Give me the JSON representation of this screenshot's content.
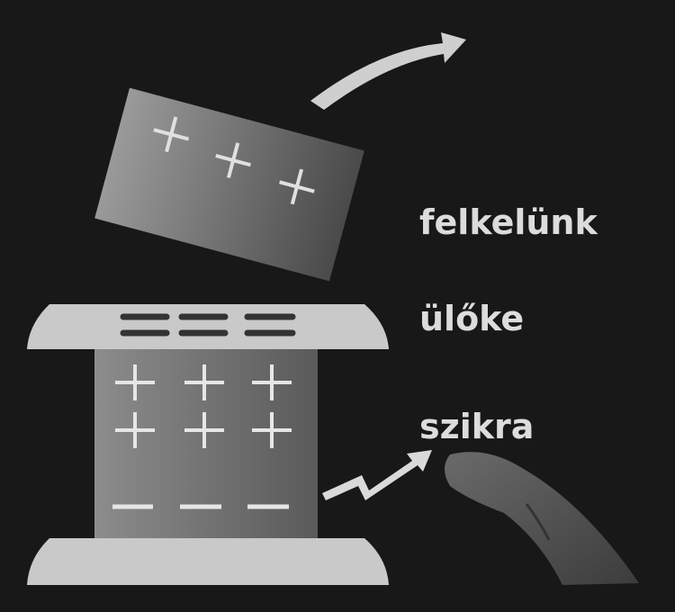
{
  "labels": {
    "lift": "felkelünk",
    "seat": "ülőke",
    "spark": "szikra"
  },
  "colors": {
    "background": "#181818",
    "plate": "#c9c9c9",
    "body": "#8a8a8a",
    "text": "#dcdcdc",
    "finger": "#555555"
  }
}
